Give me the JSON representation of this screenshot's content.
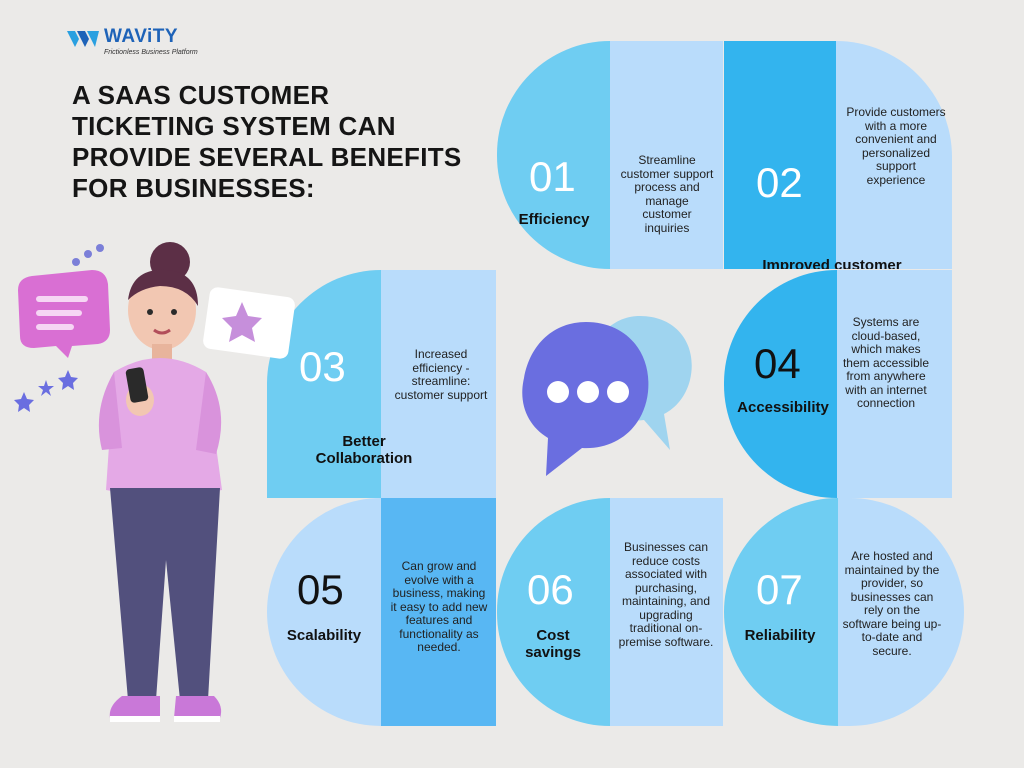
{
  "brand": {
    "name": "WAViTY",
    "tagline": "Frictionless Business Platform",
    "color": "#1e63b8"
  },
  "headline": "A SAAS CUSTOMER TICKETING SYSTEM CAN PROVIDE SEVERAL BENEFITS FOR BUSINESSES:",
  "benefits": [
    {
      "number": "01",
      "title": "Efficiency",
      "description": "Streamline customer support process and manage customer inquiries"
    },
    {
      "number": "02",
      "title": "Improved customer experience",
      "description": "Provide customers with a more convenient and personalized support experience"
    },
    {
      "number": "03",
      "title": "Better Collaboration",
      "description": "Increased efficiency - streamline: customer support"
    },
    {
      "number": "04",
      "title": "Accessibility",
      "description": "Systems are cloud-based, which makes them accessible from anywhere with an internet connection"
    },
    {
      "number": "05",
      "title": "Scalability",
      "description": "Can grow and evolve with a business, making it easy to add new features and functionality as needed."
    },
    {
      "number": "06",
      "title": "Cost savings",
      "description": "Businesses can reduce costs associated with purchasing, maintaining, and upgrading traditional on-premise software."
    },
    {
      "number": "07",
      "title": "Reliability",
      "description": "Are hosted and maintained by the provider, so businesses can rely on the software being up-to-date and secure."
    }
  ],
  "icons": {
    "logo": "wavity-logo-icon",
    "chat": "chat-bubbles-icon",
    "figure": "woman-with-phone-illustration"
  },
  "colors": {
    "background": "#ebeae8",
    "sky": "#6fcdf2",
    "pale": "#b9dcfb",
    "blue": "#33b4ee",
    "purple": "#6a6ee0"
  }
}
